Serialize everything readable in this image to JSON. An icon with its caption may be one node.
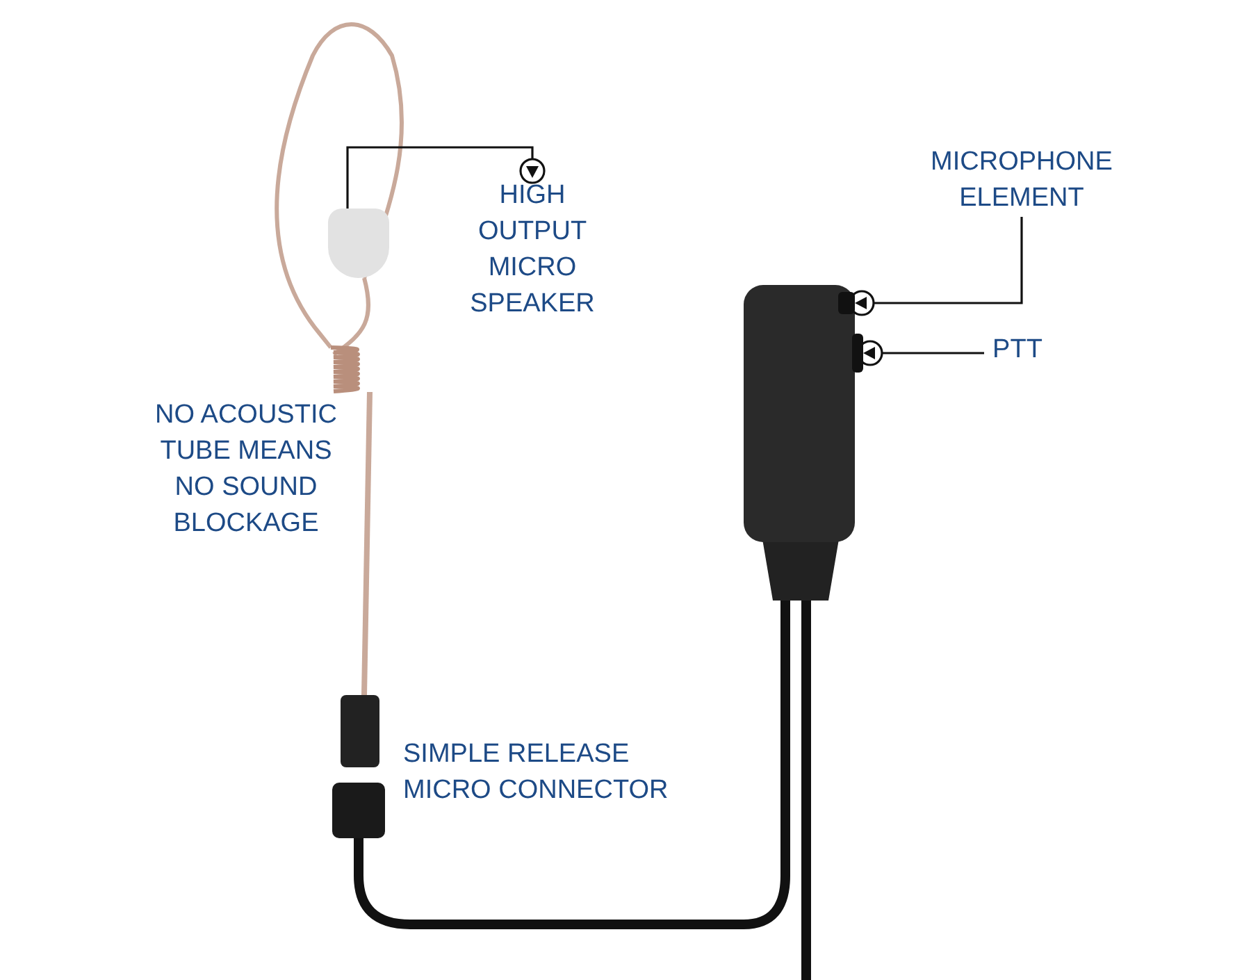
{
  "diagram": {
    "nodes": [
      {
        "text": [
          "HIGH OUTPUT MICRO SPEAKER"
        ]
      },
      {
        "text": [],
        "shape": "box"
      },
      {
        "text": [
          "MICROPHONE ELEMENT"
        ]
      },
      {
        "text": [],
        "shape": "box"
      },
      {
        "text": [
          "PTT"
        ]
      },
      {
        "text": [],
        "shape": "box"
      }
    ],
    "edges": [
      {
        "from": 1,
        "to": 0,
        "arrow": "other"
      },
      {
        "from": 2,
        "to": 3,
        "arrow": "other"
      },
      {
        "from": 4,
        "to": 5,
        "arrow": "other"
      }
    ],
    "labels": [
      "NO ACOUSTIC TUBE MEANS NO SOUND BLOCKAGE",
      "SIMPLE RELEASE MICRO CONNECTOR"
    ]
  }
}
